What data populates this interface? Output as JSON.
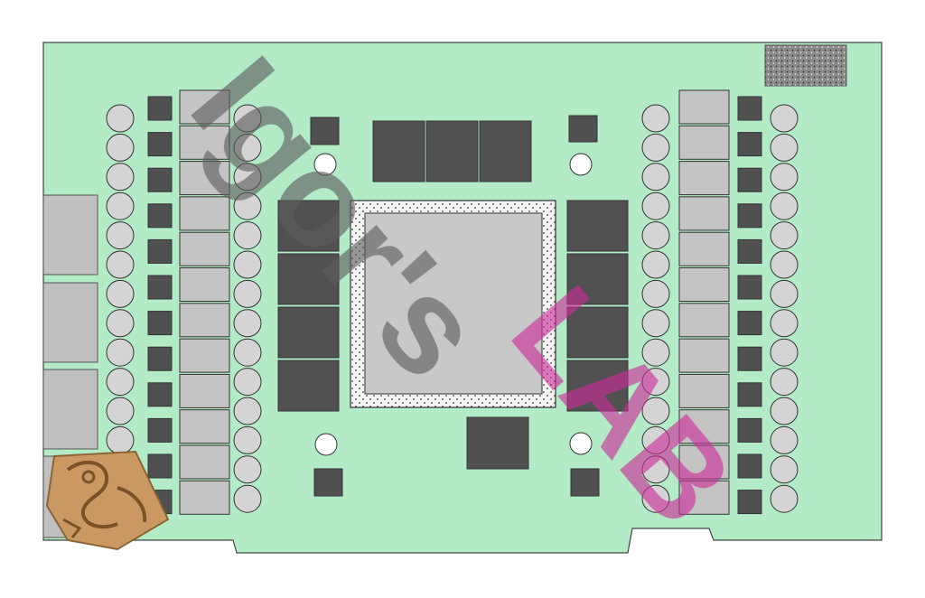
{
  "diagram": {
    "type": "pcb-layout",
    "colors": {
      "board": "#b3ebc7",
      "board_edge": "#444444",
      "gpu_package_border": "#f4f4f4",
      "gpu_die": "#c8c8c8",
      "memory_module": "#515151",
      "component_light": "#c4c4c4",
      "component_dark": "#505050",
      "capacitor": "#d4d4d4",
      "mounting_hole": "#ffffff",
      "connector_pad": "#c0c0c0",
      "speckle_patch": "#888888"
    },
    "counts": {
      "top_memory_modules": 3,
      "left_memory_modules": 4,
      "right_memory_modules": 4,
      "left_inductor_blocks": 12,
      "right_inductor_blocks": 12,
      "left_mosfets": 12,
      "right_mosfets": 12,
      "capacitors_per_column": 14,
      "mounting_holes": 4
    }
  },
  "watermark": {
    "text_line_1": "Igor's",
    "text_line_2": "LAB",
    "color_dark": "#5c5c5c",
    "color_accent": "#cc2d98",
    "emblem": "decorative-dragon-seal"
  }
}
